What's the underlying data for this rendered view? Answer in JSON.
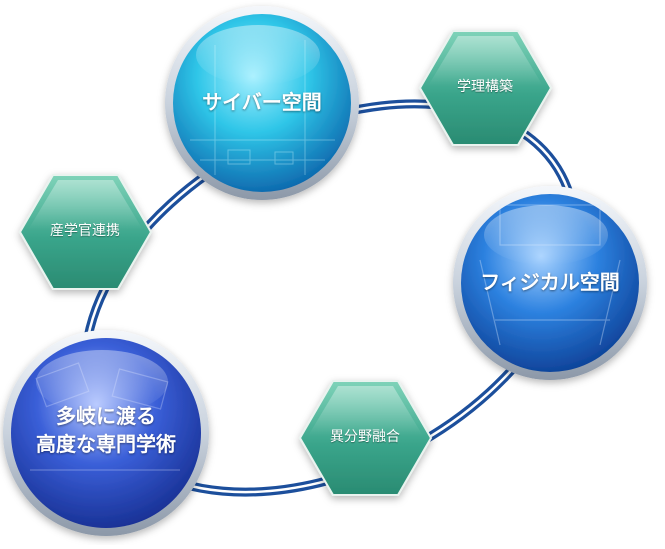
{
  "circles": {
    "cyber": {
      "label": "サイバー空間",
      "color": "#2fc6e8"
    },
    "physical": {
      "label": "フィジカル空間",
      "color": "#1f6fd6"
    },
    "expertise": {
      "line1": "多岐に渡る",
      "line2": "高度な専門学術",
      "color": "#2747c9"
    }
  },
  "hexagons": {
    "theory": {
      "label": "学理構築"
    },
    "interdisciplinary": {
      "label": "異分野融合"
    },
    "collaboration": {
      "label": "産学官連携"
    }
  },
  "colors": {
    "ring": "#1c4f9c",
    "hex_fill": "#3aa58b",
    "hex_light": "#7fd3b9"
  }
}
